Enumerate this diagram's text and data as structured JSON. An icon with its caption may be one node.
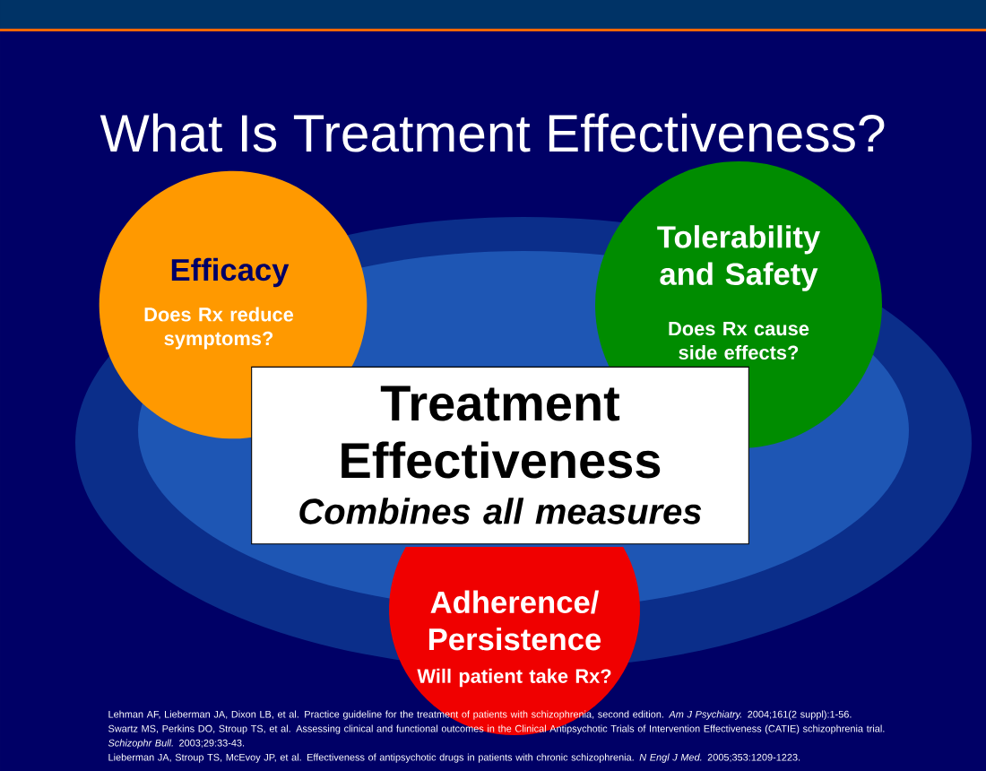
{
  "diagram": {
    "title": "What Is Treatment Effectiveness?",
    "nodes": [
      {
        "text": [
          "Efficacy",
          "Does Rx reduce symptoms?"
        ]
      },
      {
        "text": [
          "Tolerability and Safety",
          "Does Rx cause side effects?"
        ]
      },
      {
        "text": [
          "Treatment Effectiveness",
          "Combines all measures"
        ]
      },
      {
        "text": [
          "Adherence/ Persistence",
          "Will patient take Rx?"
        ]
      }
    ],
    "labels": [
      "Lehman AF, Lieberman JA, Dixon LB, et al. Practice guideline for the treatment of patients with schizophrenia, second edition. *Am J Psychiatry.* 2004;161(2 suppl):1-56.",
      "Swartz MS, Perkins DO, Stroup TS, et al. Assessing clinical and functional outcomes in the Clinical Antipsychotic Trials of Intervention Effectiveness (CATIE) schizophrenia trial. *Schizophr Bull.* 2003;29:33-43.",
      "Lieberman JA, Stroup TS, McEvoy JP, et al. Effectiveness of antipsychotic drugs in patients with chronic schizophrenia. *N Engl J Med.* 2005;353:1209-1223."
    ]
  }
}
